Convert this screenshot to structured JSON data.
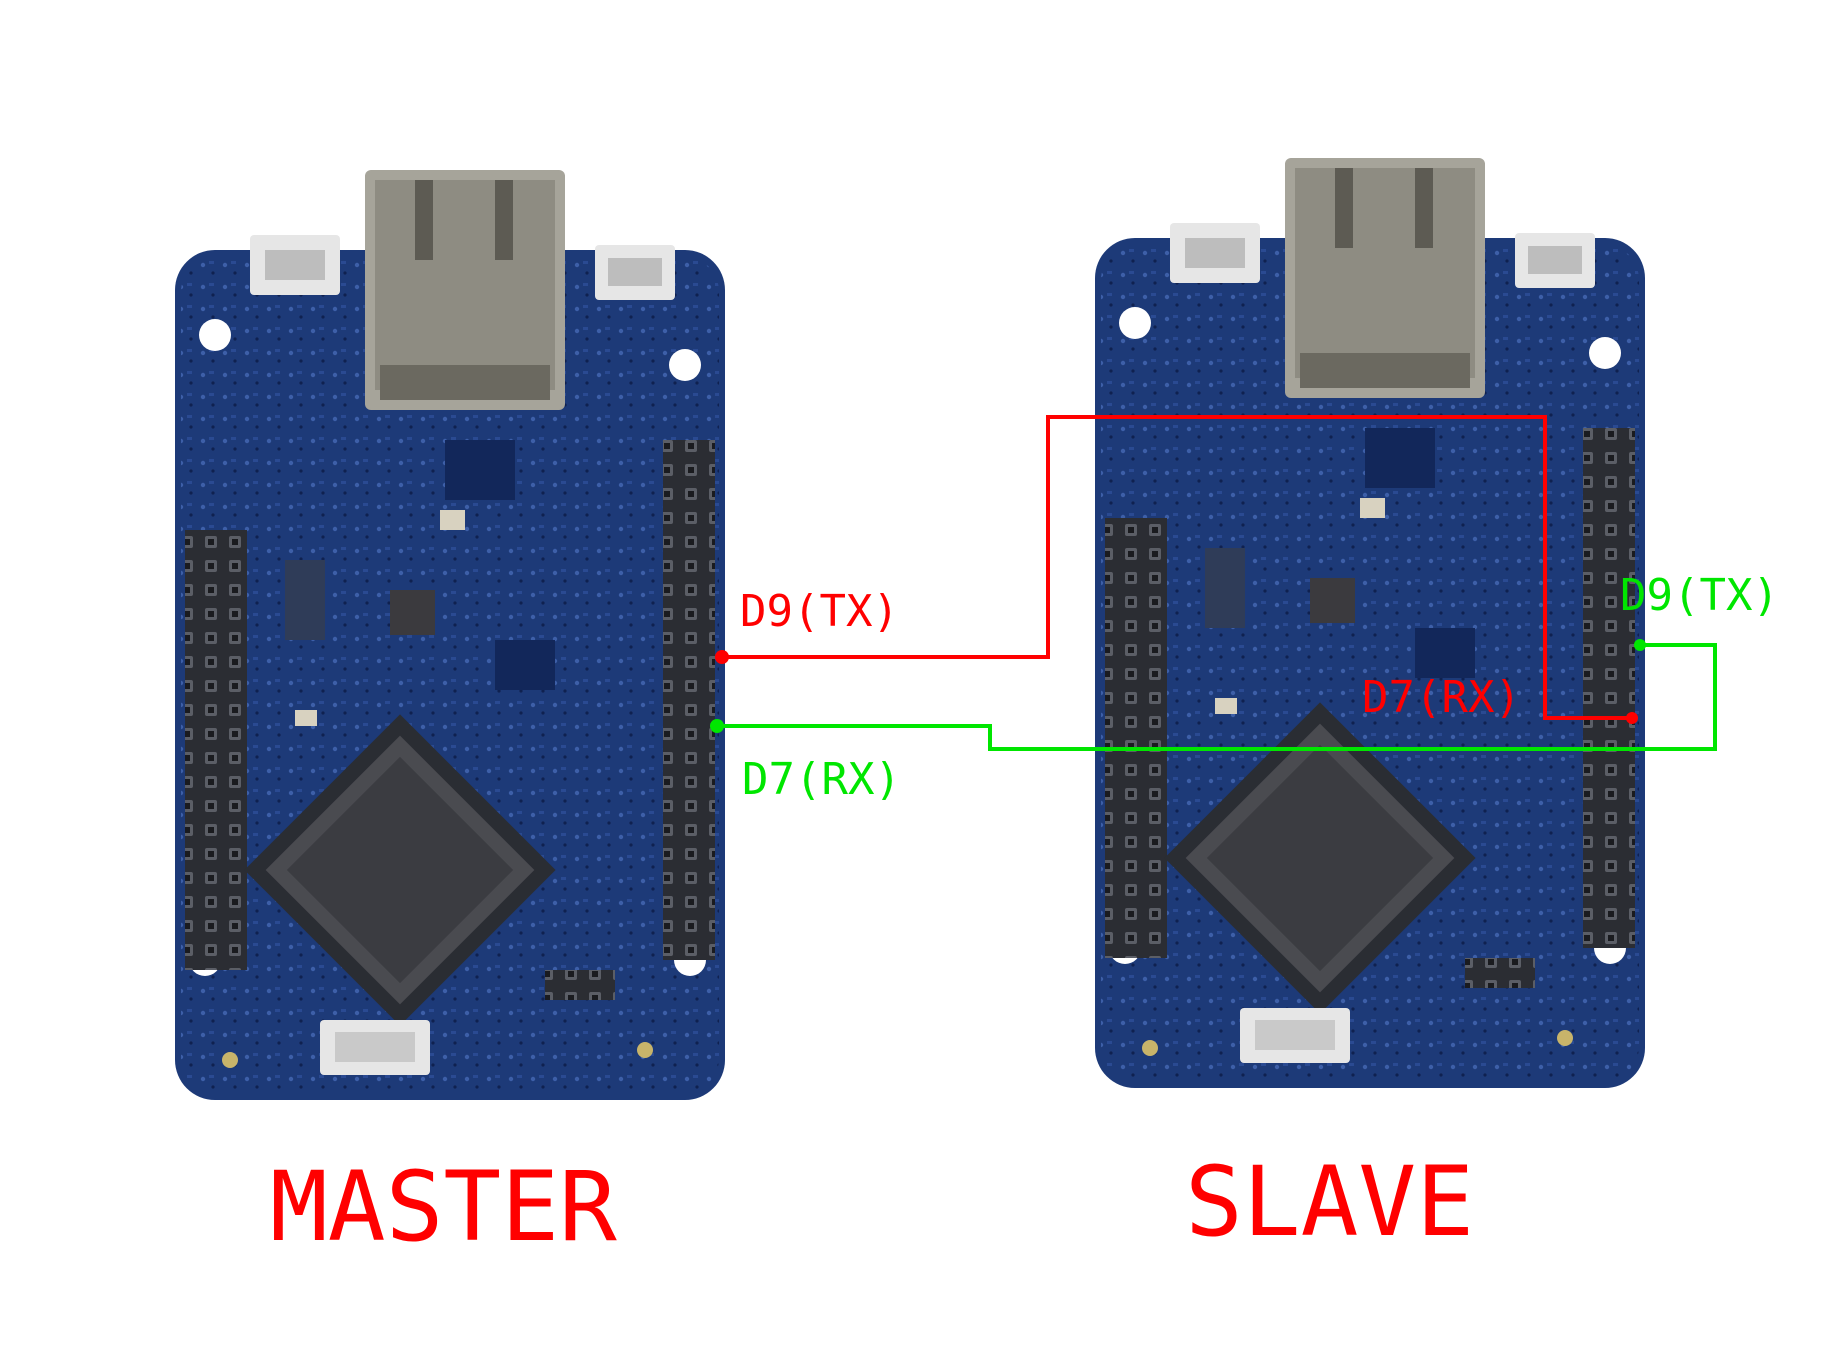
{
  "colors": {
    "tx_wire": "#ff0000",
    "rx_wire": "#00e600",
    "title": "#ff0000",
    "pcb": "#1d3a78",
    "pcb_dark": "#12275a",
    "header": "#2b2d33",
    "ethernet": "#a6a49a",
    "usb": "#e6e6e6"
  },
  "master": {
    "title": "MASTER",
    "tx_label": "D9(TX)",
    "rx_label": "D7(RX)"
  },
  "slave": {
    "title": "SLAVE",
    "tx_label": "D9(TX)",
    "rx_label": "D7(RX)"
  },
  "icons": {
    "board": "microcontroller-board-photo",
    "chip": "mcu-chip"
  }
}
